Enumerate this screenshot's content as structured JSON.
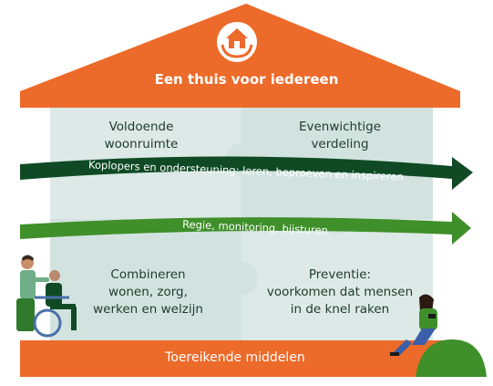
{
  "title": "Een thuis voor iedereen",
  "pillars": {
    "top_left": "Voldoende\nwoonruimte",
    "top_right": "Evenwichtige\nverdeling",
    "bottom_left": "Combineren\nwonen, zorg,\nwerken en welzijn",
    "bottom_right": "Preventie:\nvoorkomen dat mensen\nin de knel raken"
  },
  "arrows": {
    "upper": "Koplopers en ondersteuning: leren, beproeven en inspireren",
    "lower": "Regie, monitoring, bijsturen"
  },
  "foundation": "Toereikende middelen",
  "icons": [
    "house-in-hands-icon"
  ],
  "colors": {
    "roof": "#ec6a2a",
    "foundation": "#ec6a2a",
    "puzzle_light": "#dbe8e5",
    "puzzle_dark": "#cddfdb",
    "arrow_dark": "#0f4a25",
    "arrow_light": "#3f8f2a"
  }
}
